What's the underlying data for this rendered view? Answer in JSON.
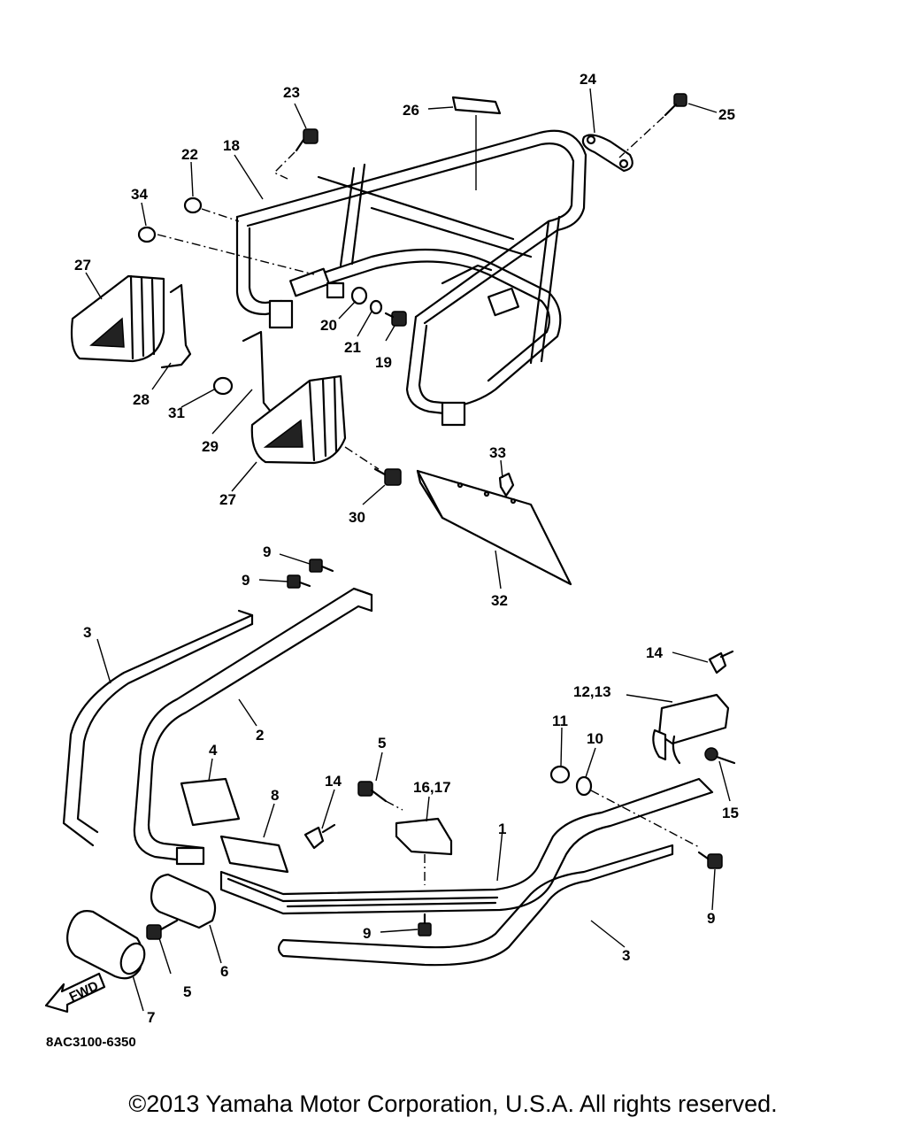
{
  "labels": {
    "l1": "1",
    "l2": "2",
    "l3a": "3",
    "l3b": "3",
    "l4": "4",
    "l5a": "5",
    "l5b": "5",
    "l6": "6",
    "l7": "7",
    "l8": "8",
    "l9a": "9",
    "l9b": "9",
    "l9c": "9",
    "l9d": "9",
    "l10": "10",
    "l11": "11",
    "l1213": "12,13",
    "l14a": "14",
    "l14b": "14",
    "l15": "15",
    "l1617": "16,17",
    "l18": "18",
    "l19": "19",
    "l20": "20",
    "l21": "21",
    "l22": "22",
    "l23": "23",
    "l24": "24",
    "l25": "25",
    "l26": "26",
    "l27a": "27",
    "l27b": "27",
    "l28": "28",
    "l29": "29",
    "l30": "30",
    "l31": "31",
    "l32": "32",
    "l33": "33",
    "l34": "34"
  },
  "fwd_arrow_text": "FWD",
  "diagram_code": "8AC3100-6350",
  "copyright": "©2013 Yamaha Motor Corporation, U.S.A. All rights reserved."
}
